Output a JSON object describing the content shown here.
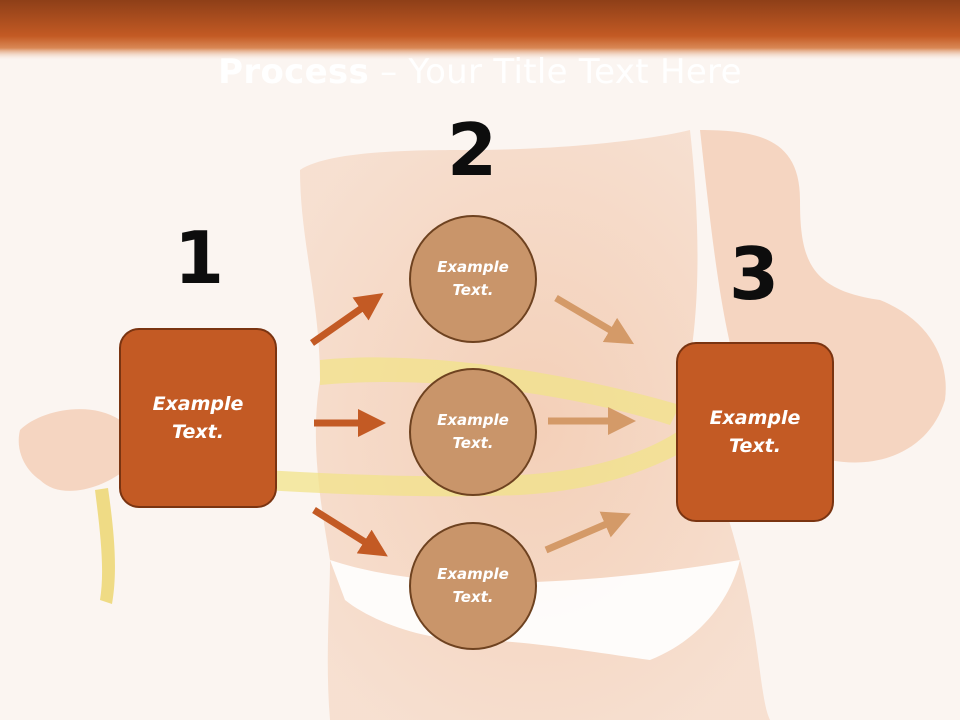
{
  "slide": {
    "title_bold": "Process",
    "title_rest": " – Your Title Text Here",
    "step_numbers": [
      "1",
      "2",
      "3"
    ],
    "left_box": "Example Text.",
    "right_box": "Example Text.",
    "circles": [
      "Example Text.",
      "Example Text.",
      "Example Text."
    ]
  },
  "colors": {
    "header": "#c35a24",
    "box_fill": "#c35a24",
    "circle_fill": "#c9956a",
    "arrow_dark": "#c35a24",
    "arrow_light": "#d49a68"
  }
}
